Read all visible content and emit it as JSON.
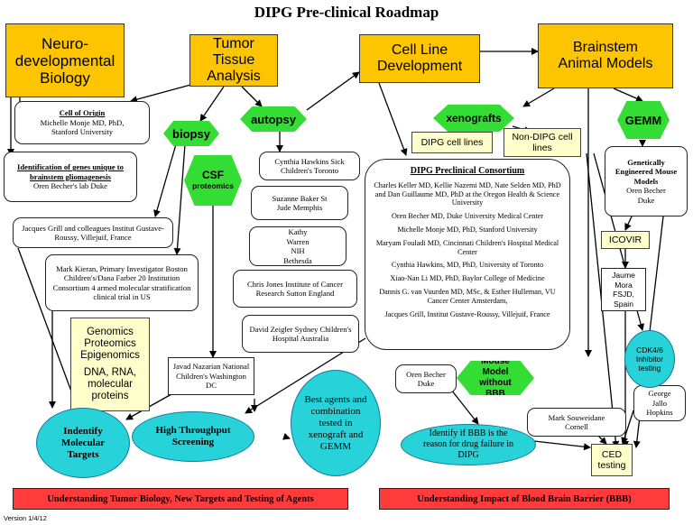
{
  "title": "DIPG Pre-clinical Roadmap",
  "headers": {
    "neuro": "Neuro-\ndevelopmental\nBiology",
    "tissue": "Tumor Tissue\nAnalysis",
    "cellline": "Cell Line\nDevelopment",
    "brainstem": "Brainstem\nAnimal Models"
  },
  "hexes": {
    "biopsy": "biopsy",
    "autopsy": "autopsy",
    "csf_title": "CSF",
    "csf_sub": "proteomics",
    "xenografts": "xenografts",
    "gemm": "GEMM",
    "mouse_model": "Mouse Model without BBB"
  },
  "boxes": {
    "cell_origin_title": "Cell of Origin",
    "cell_origin_body": "Michelle Monje MD, PhD, Stanford University",
    "ident_genes_title": "Identification of genes unique to brainstem gliomagenesis",
    "ident_genes_body": "Oren Becher's lab Duke",
    "grill": "Jacques Grill and colleagues Institut Gustave-Roussy, Villejuif, France",
    "kieran": "Mark Kieran, Primary Investigator Boston Children's/Dana Farber 20 Institution Consortium 4 armed molecular stratification clinical trial in US",
    "hawkins": "Cynthia Hawkins Sick Children's Toronto",
    "baker": "Suzanne Baker St Jude Memphis",
    "warren": "Kathy Warren NIH Bethesda",
    "jones": "Chris Jones Institute of Cancer Research Sutton England",
    "zeigler": "David Zeigler Sydney Children's Hospital Australia",
    "nazarian": "Javad Nazarian National Children's Washington DC",
    "dipg_cell_lines": "DIPG cell lines",
    "non_dipg": "Non-DIPG cell lines",
    "gemm_desc_title": "Genetically Engineered Mouse Models",
    "gemm_desc_body": "Oren Becher Duke",
    "icovir": "ICOVIR",
    "jaume": "Jaume Mora FSJD, Spain",
    "becher_duke": "Oren Becher Duke",
    "jallo": "George Jallo Hopkins",
    "souweidane": "Mark Souweidane Cornell",
    "ced": "CED testing",
    "genomics": [
      "Genomics",
      "Proteomics",
      "Epigenomics",
      "",
      "DNA, RNA,",
      "molecular",
      "proteins"
    ]
  },
  "consortium": {
    "title": "DIPG Preclinical Consortium",
    "entries": [
      "Charles Keller MD, Kellie Nazemi MD, Nate Selden MD, PhD and Dan Guillaume MD, PhD at the Oregon Health & Science University",
      "Oren Becher MD, Duke University Medical Center",
      "Michelle Monje MD, PhD, Stanford University",
      "Maryam Fouladi MD, Cincinnati Children's Hospital Medical Center",
      "Cynthia Hawkins, MD, PhD, University of Toronto",
      "Xiao-Nan Li MD, PhD, Baylor College of Medicine",
      "Dannis G. van Vuurden MD, MSc, & Esther Hulleman, VU Cancer Center Amsterdam,",
      "Jacques Grill, Institut Gustave-Roussy, Villejuif, France"
    ]
  },
  "ellipses": {
    "identify_targets": "Indentify Molecular Targets",
    "high_throughput": "High Throughput Screening",
    "best_agents": "Best agents and combination tested in xenograft and GEMM",
    "identify_bbb": "Identify if BBB is the reason for drug failure in DIPG",
    "cdk": "CDK4/6 Inhibitor testing"
  },
  "bars": {
    "left": "Understanding Tumor Biology, New Targets and Testing of Agents",
    "right": "Understanding Impact of Blood Brain Barrier (BBB)"
  },
  "version": "Version 1/4/12",
  "colors": {
    "orange": "#fdc400",
    "green": "#33dd33",
    "cyan": "#27d3d8",
    "red": "#ff3b3b",
    "cream": "#ffffcc"
  }
}
